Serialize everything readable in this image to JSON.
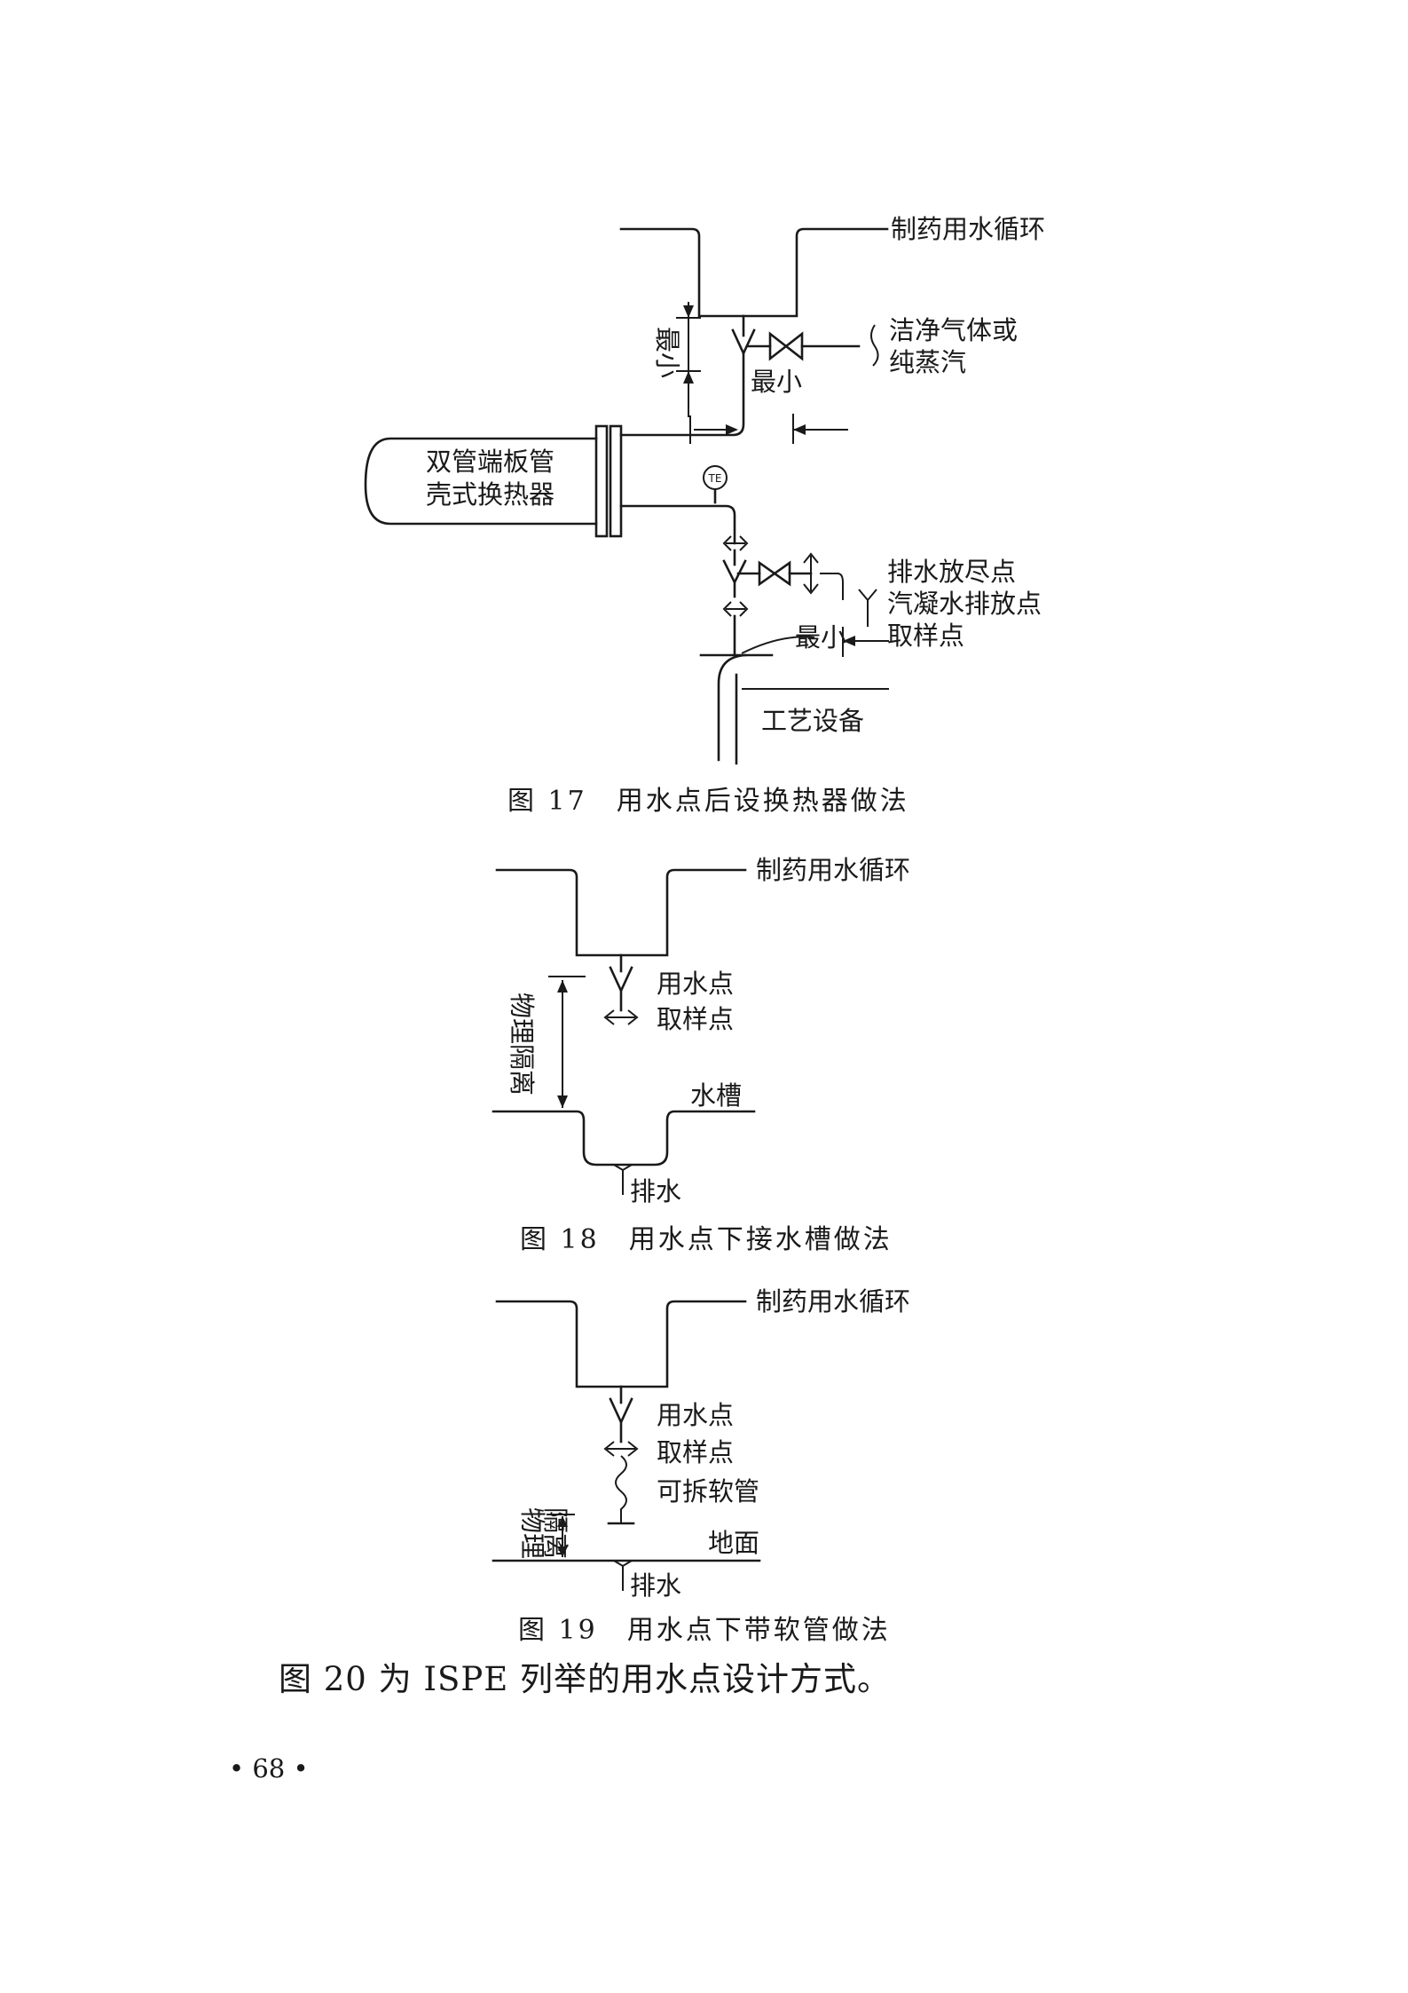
{
  "fig17": {
    "loop_label": "制药用水循环",
    "gas_label_1": "洁净气体或",
    "gas_label_2": "纯蒸汽",
    "min_vertical": "最小",
    "min_horizontal": "最小",
    "exchanger_label_1": "双管端板管",
    "exchanger_label_2": "壳式换热器",
    "te_tag": "TE",
    "drain_label_1": "排水放尽点",
    "drain_label_2": "汽凝水排放点",
    "drain_label_3": "取样点",
    "min_lower": "最小",
    "equipment_label": "工艺设备",
    "caption": "图 17　用水点后设换热器做法"
  },
  "fig18": {
    "loop_label": "制药用水循环",
    "use_point": "用水点",
    "sample_point": "取样点",
    "isolation": "物理隔离",
    "sink": "水槽",
    "drain": "排水",
    "caption": "图 18　用水点下接水槽做法"
  },
  "fig19": {
    "loop_label": "制药用水循环",
    "use_point": "用水点",
    "sample_point": "取样点",
    "hose": "可拆软管",
    "isolation_1": "物理",
    "isolation_2": "隔离",
    "floor": "地面",
    "drain": "排水",
    "caption": "图 19　用水点下带软管做法"
  },
  "body_text": "图 20 为 ISPE 列举的用水点设计方式。",
  "page_number": "• 68 •"
}
